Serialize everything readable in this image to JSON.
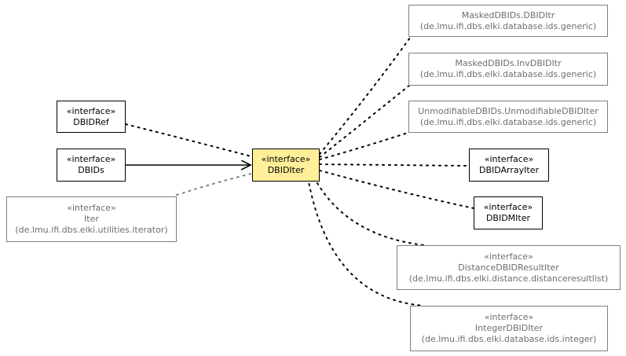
{
  "nodes": {
    "dbidref": {
      "stereotype": "«interface»",
      "name": "DBIDRef",
      "package": ""
    },
    "dbids": {
      "stereotype": "«interface»",
      "name": "DBIDs",
      "package": ""
    },
    "iter": {
      "stereotype": "«interface»",
      "name": "Iter",
      "package": "(de.lmu.ifi.dbs.elki.utilities.iterator)"
    },
    "dbiditer": {
      "stereotype": "«interface»",
      "name": "DBIDIter",
      "package": ""
    },
    "masked_dbiditr": {
      "stereotype": "",
      "name": "MaskedDBIDs.DBIDItr",
      "package": "(de.lmu.ifi.dbs.elki.database.ids.generic)"
    },
    "masked_invdbiditr": {
      "stereotype": "",
      "name": "MaskedDBIDs.InvDBIDItr",
      "package": "(de.lmu.ifi.dbs.elki.database.ids.generic)"
    },
    "unmodifiable_iter": {
      "stereotype": "",
      "name": "UnmodifiableDBIDs.UnmodifiableDBIDIter",
      "package": "(de.lmu.ifi.dbs.elki.database.ids.generic)"
    },
    "dbidarrayiter": {
      "stereotype": "«interface»",
      "name": "DBIDArrayIter",
      "package": ""
    },
    "dbidmiter": {
      "stereotype": "«interface»",
      "name": "DBIDMIter",
      "package": ""
    },
    "distance_iter": {
      "stereotype": "«interface»",
      "name": "DistanceDBIDResultIter",
      "package": "(de.lmu.ifi.dbs.elki.distance.distanceresultlist)"
    },
    "integer_iter": {
      "stereotype": "«interface»",
      "name": "IntegerDBIDIter",
      "package": "(de.lmu.ifi.dbs.elki.database.ids.integer)"
    }
  },
  "colors": {
    "focus_fill": "#ffef99",
    "external_border": "#7f7f7f",
    "external_text": "#6e6e6e"
  }
}
